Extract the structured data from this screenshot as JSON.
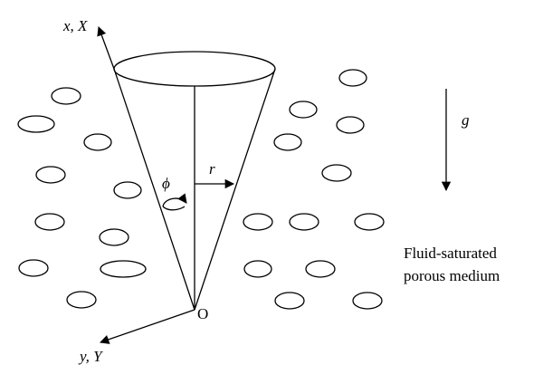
{
  "labels": {
    "x_axis": "x, X",
    "y_axis": "y, Y",
    "origin": "O",
    "radius": "r",
    "angle": "ϕ",
    "gravity": "g",
    "medium_line1": "Fluid-saturated",
    "medium_line2": "porous medium"
  },
  "colors": {
    "stroke": "#000000",
    "background": "#ffffff"
  }
}
